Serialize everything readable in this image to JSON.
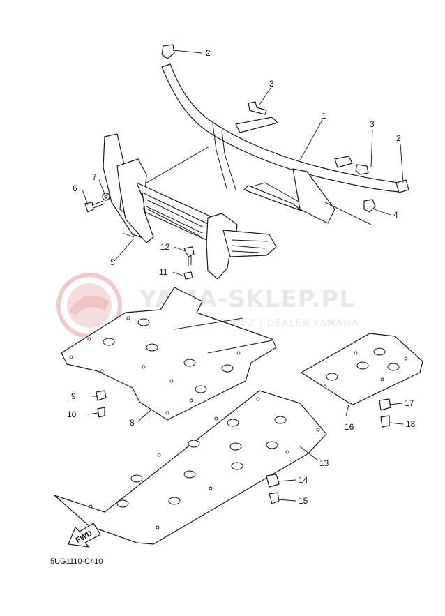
{
  "watermark": {
    "title": "YAMA-SKLEP.PL",
    "subtitle": "POJCIECHOWICZ | DEALER YAMAHA",
    "color": "#e7a3a3"
  },
  "diagram_code": "5UG1110-C410",
  "direction_label": "FWD",
  "callouts": [
    "1",
    "2",
    "2",
    "3",
    "3",
    "4",
    "5",
    "6",
    "7",
    "8",
    "9",
    "10",
    "11",
    "12",
    "13",
    "14",
    "15",
    "16",
    "17",
    "18"
  ]
}
